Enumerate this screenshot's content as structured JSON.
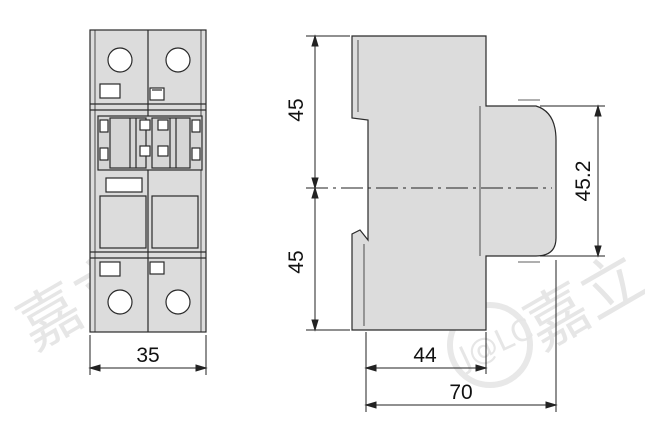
{
  "dimensions": {
    "width_front": "35",
    "height_upper": "45",
    "height_lower": "45",
    "depth_front": "44",
    "depth_total": "70",
    "height_front_face": "45.2"
  },
  "watermark": {
    "chars_left": "嘉立创",
    "chars_right": "嘉立",
    "logo_text": "J@LC"
  },
  "colors": {
    "body_fill": "#dcdcdc",
    "outline": "#2a2a2a",
    "dim_line": "#222222",
    "watermark": "#e6e6e6"
  }
}
